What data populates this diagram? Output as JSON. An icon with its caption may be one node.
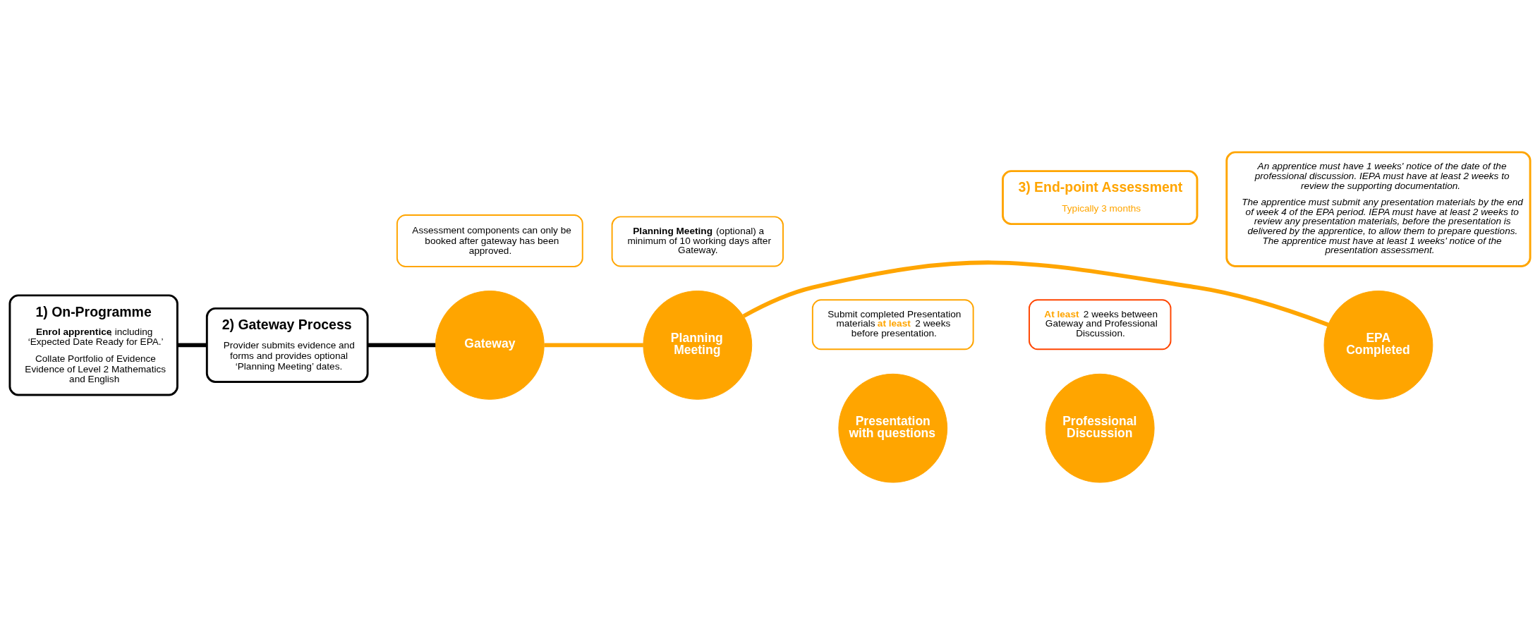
{
  "diagram": {
    "nodes": [
      {
        "text": [
          "1) On-Programme",
          "**Enrol apprentice**, including ‘Expected Date Ready for EPA.’",
          "Collate Portfolio of Evidence Evidence of Level 2 Mathematics and English"
        ]
      },
      {
        "text": [
          "2) Gateway Process",
          "Provider submits evidence and forms and provides optional ‘Planning Meeting’ dates."
        ]
      },
      {
        "text": [
          "Gateway"
        ]
      },
      {
        "text": [
          "Assessment components can only be booked after gateway has been approved."
        ]
      },
      {
        "text": [
          "Planning Meeting"
        ]
      },
      {
        "text": [
          "**Planning Meeting** (optional) a minimum of 10 working days after Gateway."
        ]
      },
      {
        "text": [
          "Presentation with questions"
        ]
      },
      {
        "text": [
          "Submit completed Presentation materials **at least** 2 weeks before presentation."
        ]
      },
      {
        "text": [
          "Professional Discussion"
        ]
      },
      {
        "text": [
          "**At least** 2 weeks between Gateway and Professional Discussion."
        ]
      },
      {
        "text": [
          "EPA Completed"
        ]
      },
      {
        "text": [
          "3) End-point Assessment",
          "Typically 3 months"
        ]
      },
      {
        "text": [
          "An apprentice must have 1 weeks' notice of the date of the professional discussion. IEPA must have at least 2 weeks to review the supporting documentation.",
          "The apprentice must submit any presentation materials by the end of week 4 of the EPA period. IEPA must have at least 2 weeks to review any presentation materials, before the presentation is delivered by the apprentice, to allow them to prepare questions. The apprentice must have at least 1 weeks' notice of the presentation assessment."
        ]
      }
    ],
    "edges": [
      {
        "from": 0,
        "to": 1,
        "arrow": "none",
        "color": "#000000"
      },
      {
        "from": 1,
        "to": 2,
        "arrow": "none",
        "color": "#000000"
      },
      {
        "from": 2,
        "to": 4,
        "arrow": "none",
        "color": "#ffa500"
      },
      {
        "from": 4,
        "to": 10,
        "arrow": "none",
        "color": "#ffa500"
      }
    ]
  }
}
